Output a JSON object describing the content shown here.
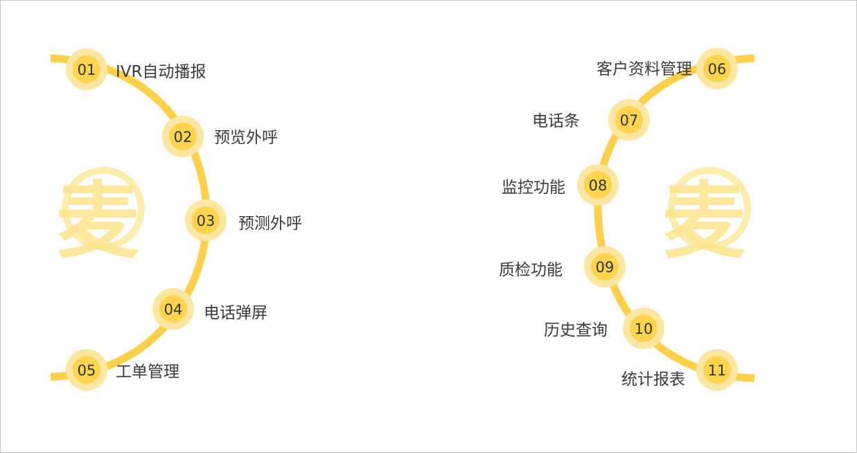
{
  "colors": {
    "arc": "#fcd04a",
    "node_halo": "#fbe6a2",
    "node_core": "#fcd44e",
    "watermark": "#fbe58a"
  },
  "watermark": {
    "text": "麦"
  },
  "left_items": [
    {
      "num": "01",
      "label": "IVR自动播报"
    },
    {
      "num": "02",
      "label": "预览外呼"
    },
    {
      "num": "03",
      "label": "预测外呼"
    },
    {
      "num": "04",
      "label": "电话弹屏"
    },
    {
      "num": "05",
      "label": "工单管理"
    }
  ],
  "right_items": [
    {
      "num": "06",
      "label": "客户资料管理"
    },
    {
      "num": "07",
      "label": "电话条"
    },
    {
      "num": "08",
      "label": "监控功能"
    },
    {
      "num": "09",
      "label": "质检功能"
    },
    {
      "num": "10",
      "label": "历史查询"
    },
    {
      "num": "11",
      "label": "统计报表"
    }
  ]
}
